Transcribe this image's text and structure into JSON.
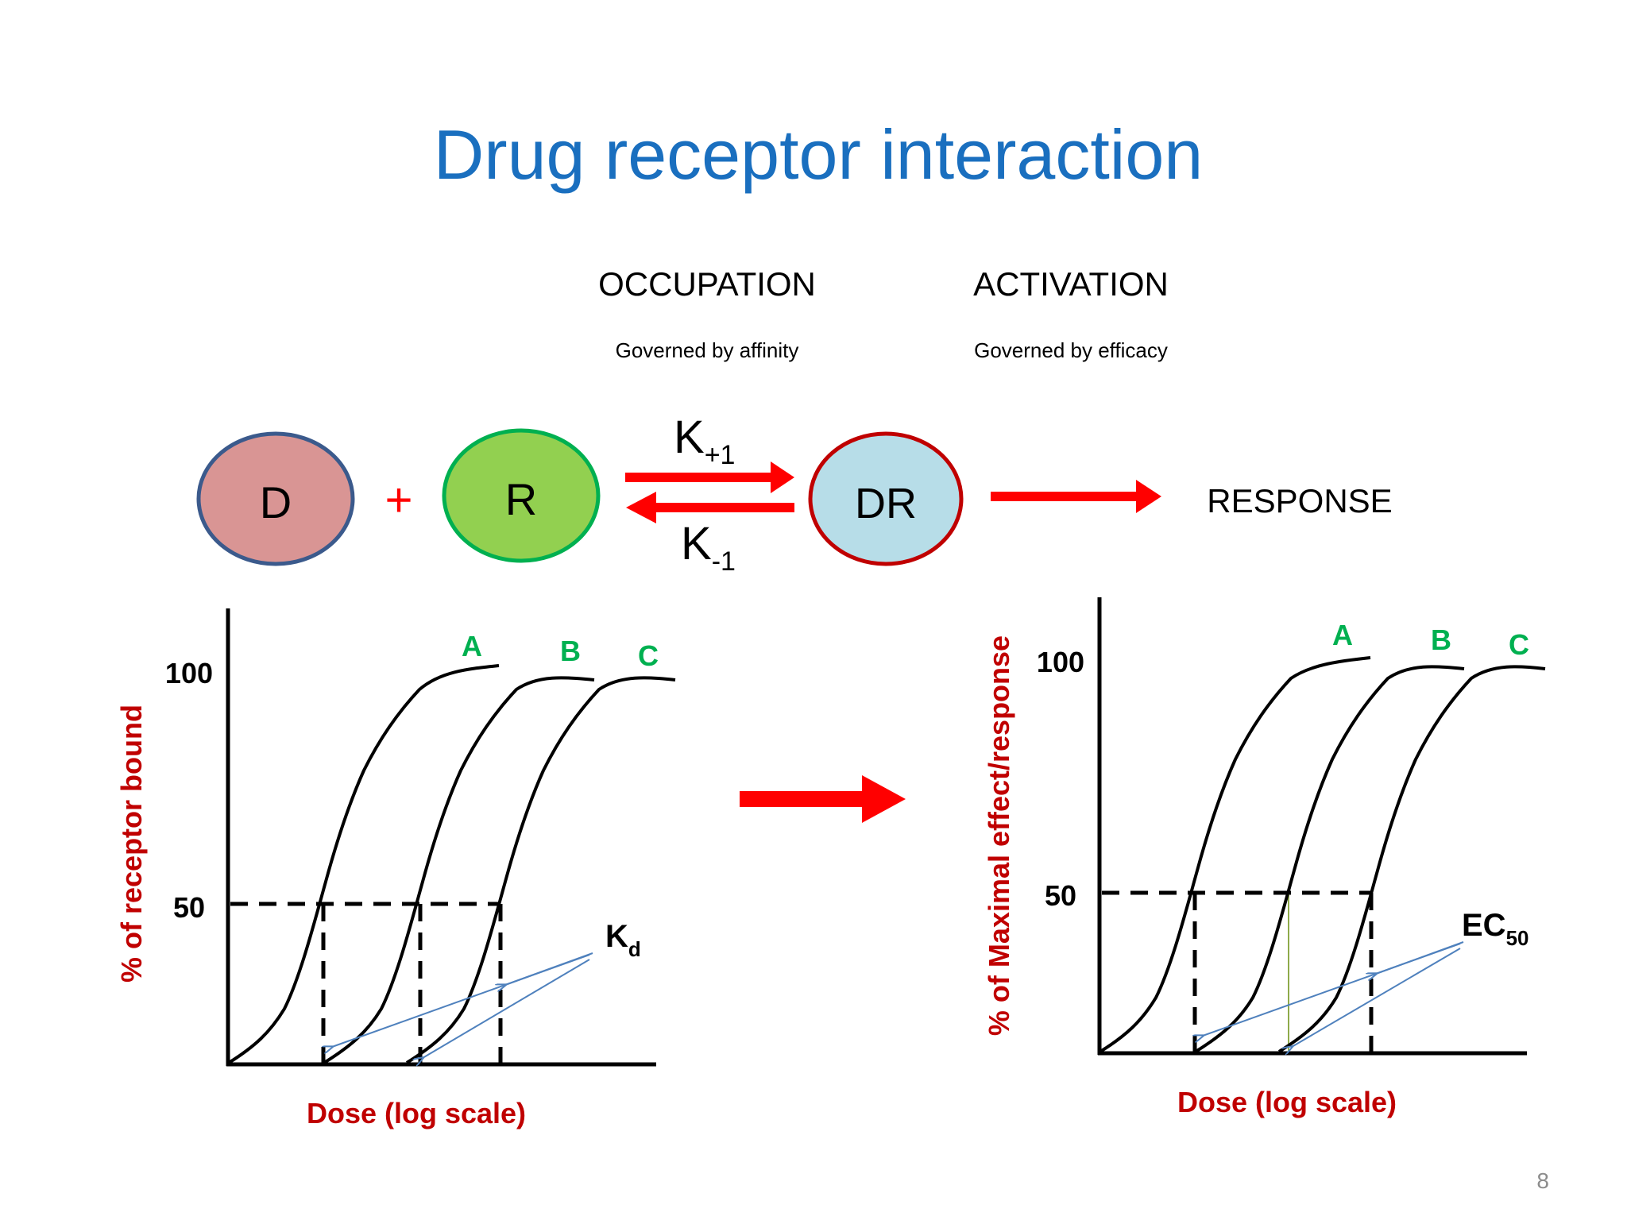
{
  "slide": {
    "title": "Drug receptor interaction",
    "page_number": "8",
    "title_color": "#1a6fbf"
  },
  "phases": {
    "occupation": {
      "label": "OCCUPATION",
      "caption": "Governed by affinity"
    },
    "activation": {
      "label": "ACTIVATION",
      "caption": "Governed by efficacy"
    }
  },
  "reaction": {
    "drug": "D",
    "plus": "+",
    "receptor": "R",
    "forward_rate": {
      "base": "K",
      "sub": "+1"
    },
    "reverse_rate": {
      "base": "K",
      "sub": "-1"
    },
    "complex": "DR",
    "response": "RESPONSE",
    "colors": {
      "drug_fill": "#d99594",
      "drug_stroke": "#3b5a8c",
      "receptor_fill": "#92d050",
      "receptor_stroke": "#00b050",
      "complex_fill": "#b7dde8",
      "complex_stroke": "#c00000",
      "arrow": "#ff0000"
    }
  },
  "charts": {
    "binding": {
      "y_label": "% of receptor bound",
      "x_label": "Dose (log scale)",
      "tick_100": "100",
      "tick_50": "50",
      "curve_labels": [
        "A",
        "B",
        "C"
      ],
      "annotation": {
        "base": "K",
        "sub": "d"
      }
    },
    "effect": {
      "y_label": "% of Maximal effect/response",
      "x_label": "Dose (log scale)",
      "tick_100": "100",
      "tick_50": "50",
      "curve_labels": [
        "A",
        "B",
        "C"
      ],
      "annotation": {
        "base": "EC",
        "sub": "50"
      }
    },
    "label_color": "#c00000",
    "curve_label_color": "#00b050"
  }
}
